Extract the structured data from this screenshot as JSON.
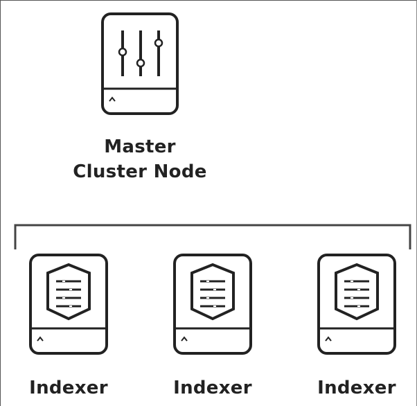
{
  "master": {
    "label_line1": "Master",
    "label_line2": "Cluster Node",
    "icon": "mixer-sliders-icon"
  },
  "indexers": [
    {
      "label": "Indexer",
      "icon": "server-stack-icon"
    },
    {
      "label": "Indexer",
      "icon": "server-stack-icon"
    },
    {
      "label": "Indexer",
      "icon": "server-stack-icon"
    }
  ],
  "colors": {
    "stroke": "#222222",
    "background": "#ffffff"
  }
}
